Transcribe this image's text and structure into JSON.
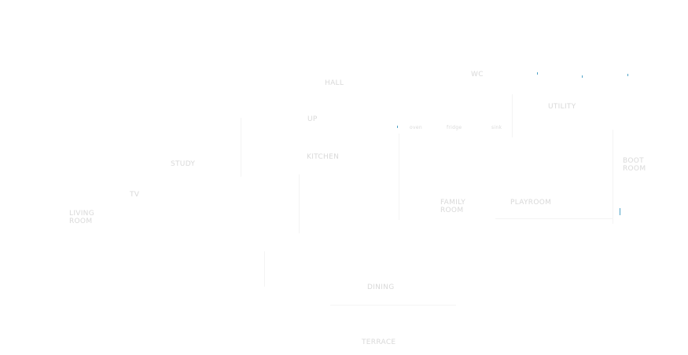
{
  "rooms": {
    "hall": "HALL",
    "wc": "WC",
    "utility": "UTILITY",
    "up": "UP",
    "kitchen": "KITCHEN",
    "study": "STUDY",
    "tv": "TV",
    "living": "LIVING ROOM",
    "boot": "BOOT ROOM",
    "family": "FAMILY ROOM",
    "playroom": "PLAYROOM",
    "dining": "DINING",
    "terrace": "TERRACE"
  },
  "appliances": {
    "a1": "oven",
    "a2": "fridge",
    "a3": "sink"
  },
  "colors": {
    "label": "#d9d9d9",
    "wall": "#f4f4f4",
    "mark": "#4fa3c7"
  }
}
